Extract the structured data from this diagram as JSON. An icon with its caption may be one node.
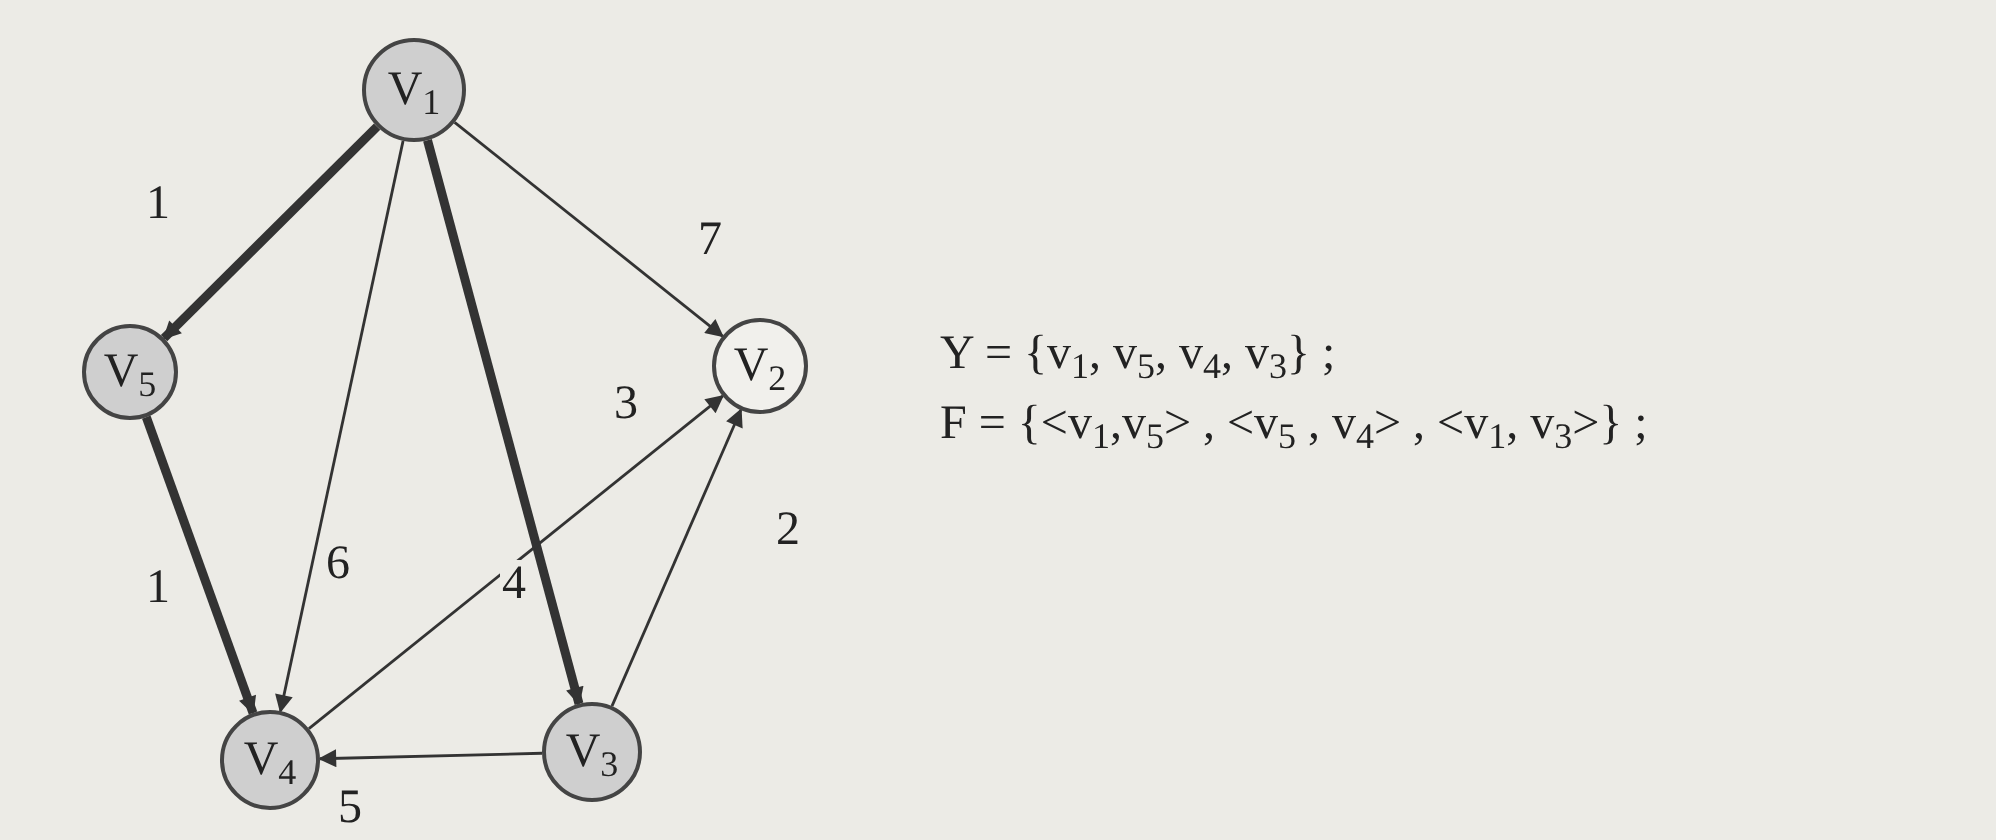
{
  "diagram": {
    "nodes": [
      {
        "text": [
          "V$_{1}$"
        ]
      },
      {
        "text": [
          "V$_{5}$"
        ]
      },
      {
        "text": [
          "V$_{2}$"
        ]
      },
      {
        "text": [
          "V$_{4}$"
        ]
      },
      {
        "text": [
          "V$_{3}$"
        ]
      }
    ],
    "edges": [
      {
        "from": 0,
        "to": 1,
        "arrow": "to",
        "label": "1",
        "style": "thick"
      },
      {
        "from": 0,
        "to": 2,
        "arrow": "to",
        "label": "7"
      },
      {
        "from": 0,
        "to": 3,
        "arrow": "to",
        "label": "6"
      },
      {
        "from": 0,
        "to": 4,
        "arrow": "to",
        "label": "4",
        "style": "thick"
      },
      {
        "from": 1,
        "to": 3,
        "arrow": "to",
        "label": "1",
        "style": "thick"
      },
      {
        "from": 3,
        "to": 2,
        "arrow": "to",
        "label": "3"
      },
      {
        "from": 4,
        "to": 2,
        "arrow": "to",
        "label": "2"
      },
      {
        "from": 4,
        "to": 3,
        "arrow": "to",
        "label": "5"
      }
    ],
    "labels": [
      "Y = {v$_{1}$, v$_{5}$, v$_{4}$, v$_{3}$} ;",
      "F = {<v$_{1}$,v$_{5}$> , <v$_{5}$ , v$_{4}$> , <v$_{1}$, v$_{3}$>} ;"
    ]
  }
}
